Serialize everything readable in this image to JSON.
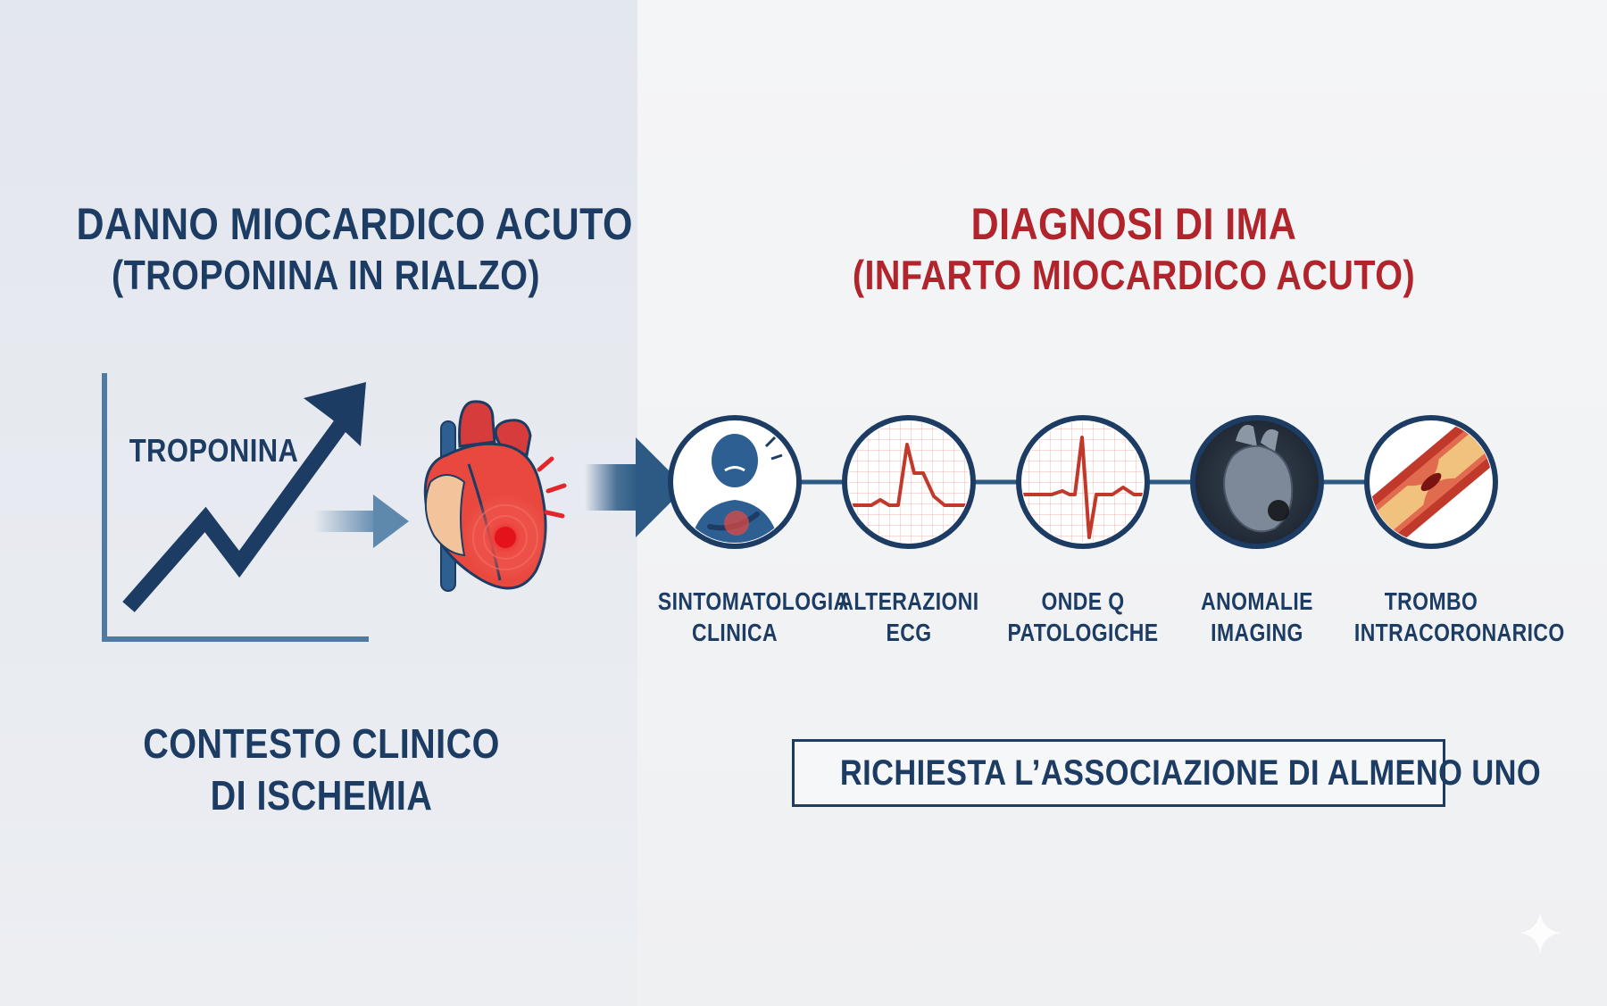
{
  "left": {
    "title_line1": "DANNO MIOCARDICO ACUTO",
    "title_line2": "(TROPONINA IN RIALZO)",
    "chart_label": "TROPONINA",
    "context_line1": "CONTESTO CLINICO",
    "context_line2": "DI ISCHEMIA"
  },
  "right": {
    "title_line1": "DIAGNOSI DI IMA",
    "title_line2": "(INFARTO MIOCARDICO ACUTO)",
    "criteria": [
      {
        "line1": "SINTOMATOLOGIA",
        "line2": "CLINICA",
        "icon": "patient-chest-pain-icon"
      },
      {
        "line1": "ALTERAZIONI",
        "line2": "ECG",
        "icon": "ecg-st-change-icon"
      },
      {
        "line1": "ONDE Q",
        "line2": "PATOLOGICHE",
        "icon": "ecg-q-wave-icon"
      },
      {
        "line1": "ANOMALIE",
        "line2": "IMAGING",
        "icon": "heart-imaging-icon"
      },
      {
        "line1": "TROMBO",
        "line2": "INTRACORONARICO",
        "icon": "coronary-thrombus-icon"
      }
    ],
    "note": "RICHIESTA L’ASSOCIAZIONE DI ALMENO UNO"
  },
  "colors": {
    "navy": "#1d3c63",
    "red": "#b1242b",
    "steel_blue": "#4f7aa2",
    "ecg_red": "#c0392b"
  }
}
